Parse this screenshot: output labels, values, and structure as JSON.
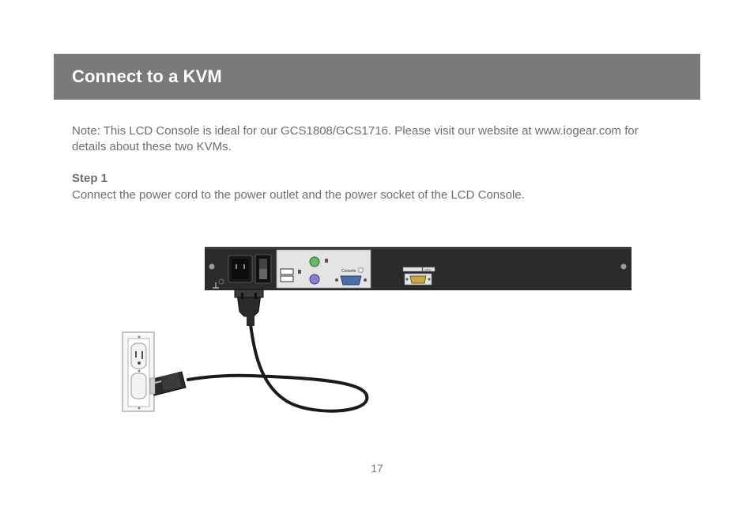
{
  "header": {
    "title": "Connect to a KVM"
  },
  "note": "Note: This LCD Console is ideal for our GCS1808/GCS1716. Please visit our website at www.iogear.com for details about these two KVMs.",
  "step": {
    "title": "Step 1",
    "text": "Connect the power cord to the power outlet and the power socket of the LCD Console."
  },
  "illustration": {
    "console_label": "Console",
    "cpu_label": "CPU"
  },
  "page_number": "17"
}
